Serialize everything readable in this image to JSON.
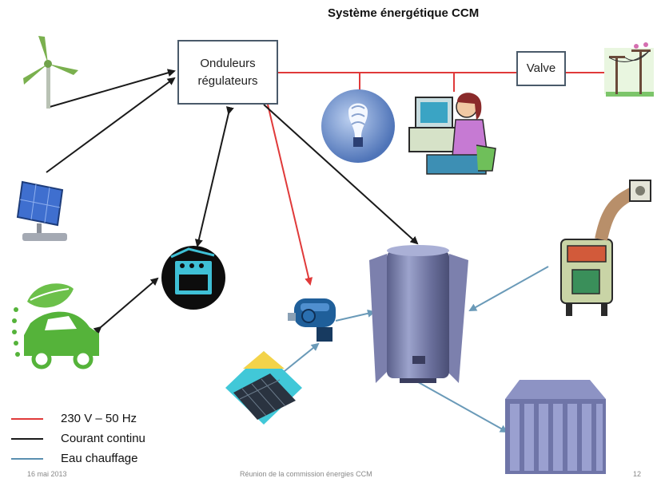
{
  "title": "Système énergétique CCM",
  "boxes": {
    "onduleurs": "Onduleurs\nrégulateurs",
    "valve": "Valve"
  },
  "legend": [
    {
      "label": "230 V – 50 Hz",
      "color": "#e03a3a"
    },
    {
      "label": "Courant continu",
      "color": "#1a1a1a"
    },
    {
      "label": "Eau chauffage",
      "color": "#5a8fb0"
    }
  ],
  "footer": {
    "date": "16 mai 2013",
    "center": "Réunion de la commission énergies CCM",
    "page": "12"
  },
  "icons": [
    "wind-turbine-icon",
    "solar-panel-icon",
    "electric-car-icon",
    "battery-oven-icon",
    "light-bulb-icon",
    "computer-user-icon",
    "power-lines-icon",
    "pump-icon",
    "solar-collector-icon",
    "boiler-tank-icon",
    "wood-stove-icon",
    "radiator-icon"
  ]
}
